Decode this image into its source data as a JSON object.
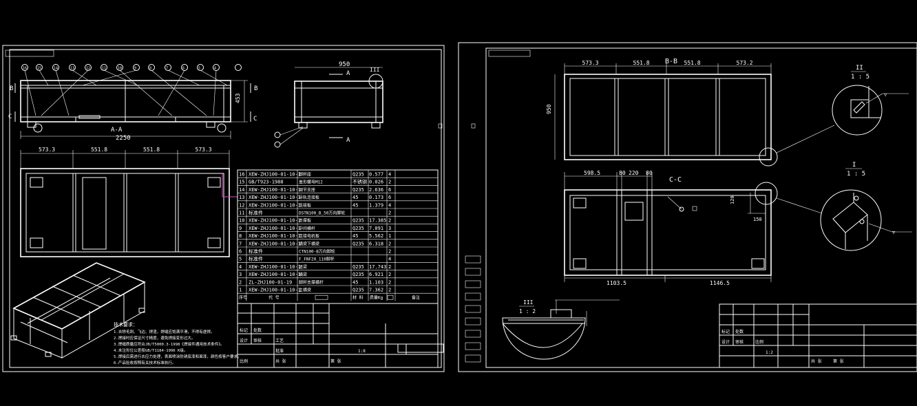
{
  "left_sheet": {
    "view_aa_label": "A-A",
    "overall_length": "2250",
    "top_dims": [
      "573.3",
      "551.8",
      "551.8",
      "573.3"
    ],
    "height_dim": "453",
    "side_width_dim": "950",
    "section_letters": {
      "b": "B",
      "c": "C",
      "a": "A",
      "detail": "III"
    },
    "balloons": [
      "16",
      "15",
      "14",
      "13",
      "12",
      "11",
      "10",
      "9",
      "8",
      "7",
      "6",
      "5",
      "4"
    ],
    "bom_rows": [
      {
        "no": "16",
        "code": "XEW-ZHJ100-01-10-1",
        "name": "脚杯座",
        "mat": "Q235",
        "mass": "0.577",
        "qty": "4"
      },
      {
        "no": "15",
        "code": "GB/T923-1988",
        "name": "盖形螺母M12",
        "mat": "不锈钢",
        "mass": "0.026",
        "qty": "2"
      },
      {
        "no": "14",
        "code": "XEW-ZHJ100-01-10-1",
        "name": "调节支座",
        "mat": "Q235",
        "mass": "2.636",
        "qty": "6"
      },
      {
        "no": "13",
        "code": "XEW-ZHJ100-01-10-1",
        "name": "导轨连接板",
        "mat": "45",
        "mass": "0.173",
        "qty": "6"
      },
      {
        "no": "12",
        "code": "XEW-ZHJ100-01-10-1",
        "name": "连接板",
        "mat": "45",
        "mass": "1.379",
        "qty": "4"
      },
      {
        "no": "11",
        "code": "标准件",
        "name": "DSTN100_B_50万向脚轮",
        "mat": "",
        "mass": "",
        "qty": "2"
      },
      {
        "no": "10",
        "code": "XEW-ZHJ100-01-10-1",
        "name": "支撑板",
        "mat": "Q235",
        "mass": "17.385",
        "qty": "2"
      },
      {
        "no": "9",
        "code": "XEW-ZHJ100-01-10-1",
        "name": "中间横杆",
        "mat": "Q235",
        "mass": "7.091",
        "qty": "3"
      },
      {
        "no": "8",
        "code": "XEW-ZHJ100-01-10-1",
        "name": "连接电机板",
        "mat": "45",
        "mass": "5.562",
        "qty": "1"
      },
      {
        "no": "7",
        "code": "XEW-ZHJ100-01-10-1",
        "name": "横梁下横梁",
        "mat": "Q235",
        "mass": "6.318",
        "qty": "2"
      },
      {
        "no": "6",
        "code": "标准件",
        "name": "CTN100-B万向脚轮",
        "mat": "",
        "mass": "",
        "qty": "2"
      },
      {
        "no": "5",
        "code": "标准件",
        "name": "F_FNF20_110脚杯",
        "mat": "",
        "mass": "",
        "qty": "4"
      },
      {
        "no": "4",
        "code": "XEW-ZHJ100-01-10-1",
        "name": "竖梁",
        "mat": "Q235",
        "mass": "17.743",
        "qty": "2"
      },
      {
        "no": "3",
        "code": "XEW-ZHJ100-01-10-1",
        "name": "横梁",
        "mat": "Q235",
        "mass": "6.921",
        "qty": "2"
      },
      {
        "no": "2",
        "code": "ZL-ZHJ100-01-19",
        "name": "脚杯支撑横杆",
        "mat": "45",
        "mass": "1.103",
        "qty": "2"
      },
      {
        "no": "1",
        "code": "XEW-ZHJ100-01-10-1",
        "name": "主横梁",
        "mat": "Q235",
        "mass": "7.362",
        "qty": "2"
      }
    ],
    "bom_header": {
      "no": "序号",
      "code": "代 号",
      "name": "",
      "mat": "材 料",
      "mass": "质量Kg",
      "qty": "",
      "remark": "备注"
    },
    "tech_title": "技术要求：",
    "tech_notes": [
      "1.去除毛刺、飞边、焊渣，焊缝应饱满平滑，不得有虚焊。",
      "2.焊接时应保证尺寸精度，避免焊接变形过大。",
      "3.焊缝质量应符合JB/T5000.3-1998《焊接件通用技术条件》。",
      "4.未注形位公差按GB/T1184-1996 K级。",
      "5.焊接后需进行去应力处理，表面喷涂防锈底漆和面漆，颜色按客户要求。",
      "6.产品验收按照有关技术标准执行。"
    ],
    "title_small": [
      "标记",
      "处数",
      "设计",
      "审核",
      "工艺",
      "批准",
      "1:8",
      "比例",
      "共 张",
      "第 张"
    ]
  },
  "right_sheet": {
    "view_bb_label": "B-B",
    "view_cc_label": "C-C",
    "bb_top_dims": [
      "573.3",
      "551.8",
      "551.8",
      "573.2"
    ],
    "bb_height_dim": "950",
    "cc_top_dims": [
      "598.5",
      "80",
      "220",
      "80"
    ],
    "cc_bottom_dims": [
      "1103.5",
      "1146.5"
    ],
    "cc_side_dims": [
      "120",
      "150"
    ],
    "detail_ii": {
      "label": "II",
      "scale": "1 : 5"
    },
    "detail_i": {
      "label": "I",
      "scale": "1 : 5"
    },
    "detail_iii": {
      "label": "III",
      "scale": "1 : 2"
    },
    "title_small": [
      "标记",
      "处数",
      "设计",
      "审核",
      "1:2",
      "比例",
      "共 张",
      "第 张"
    ]
  }
}
